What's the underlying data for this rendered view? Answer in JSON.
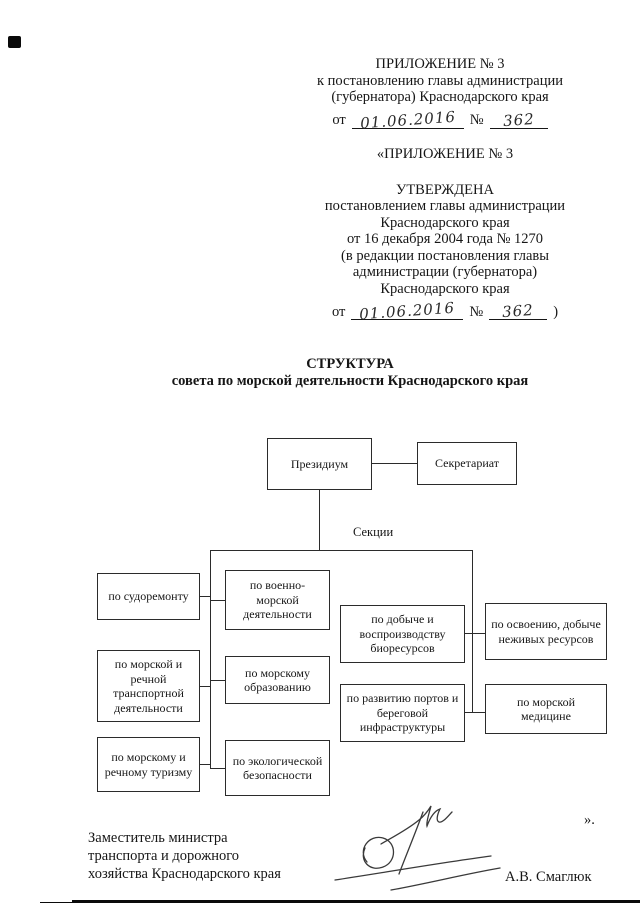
{
  "header1": {
    "line1": "ПРИЛОЖЕНИЕ № 3",
    "line2": "к постановлению главы администрации",
    "line3": "(губернатора) Краснодарского края",
    "ot_label": "от",
    "date_value": "01.06.2016",
    "no_label": "№",
    "number_value": "362"
  },
  "header2": {
    "line1": "«ПРИЛОЖЕНИЕ № 3",
    "line2": "УТВЕРЖДЕНА",
    "line3": "постановлением главы администрации",
    "line4": "Краснодарского края",
    "line5": "от 16 декабря 2004 года № 1270",
    "line6": "(в редакции постановления главы",
    "line7": "администрации (губернатора)",
    "line8": "Краснодарского края",
    "ot_label": "от",
    "date_value": "01.06.2016",
    "no_label": "№",
    "number_value": "362",
    "close_paren": ")"
  },
  "title": {
    "line1": "СТРУКТУРА",
    "line2": "совета по морской деятельности Краснодарского края"
  },
  "chart": {
    "root": "Президиум",
    "secretariat": "Секретариат",
    "sections_label": "Секции",
    "sections": [
      "по судоремонту",
      "по морской и речной транспортной деятельности",
      "по морскому и речному туризму",
      "по военно-морской деятельности",
      "по морскому образованию",
      "по экологической безопасности",
      "по добыче и воспроизводству биоресурсов",
      "по развитию портов и береговой инфраструктуры",
      "по освоению, добыче неживых ресурсов",
      "по морской медицине"
    ]
  },
  "footer": {
    "signer_title_line1": "Заместитель министра",
    "signer_title_line2": "транспорта и дорожного",
    "signer_title_line3": "хозяйства Краснодарского края",
    "signer_name": "А.В. Смаглюк",
    "closing_quote": "»."
  }
}
